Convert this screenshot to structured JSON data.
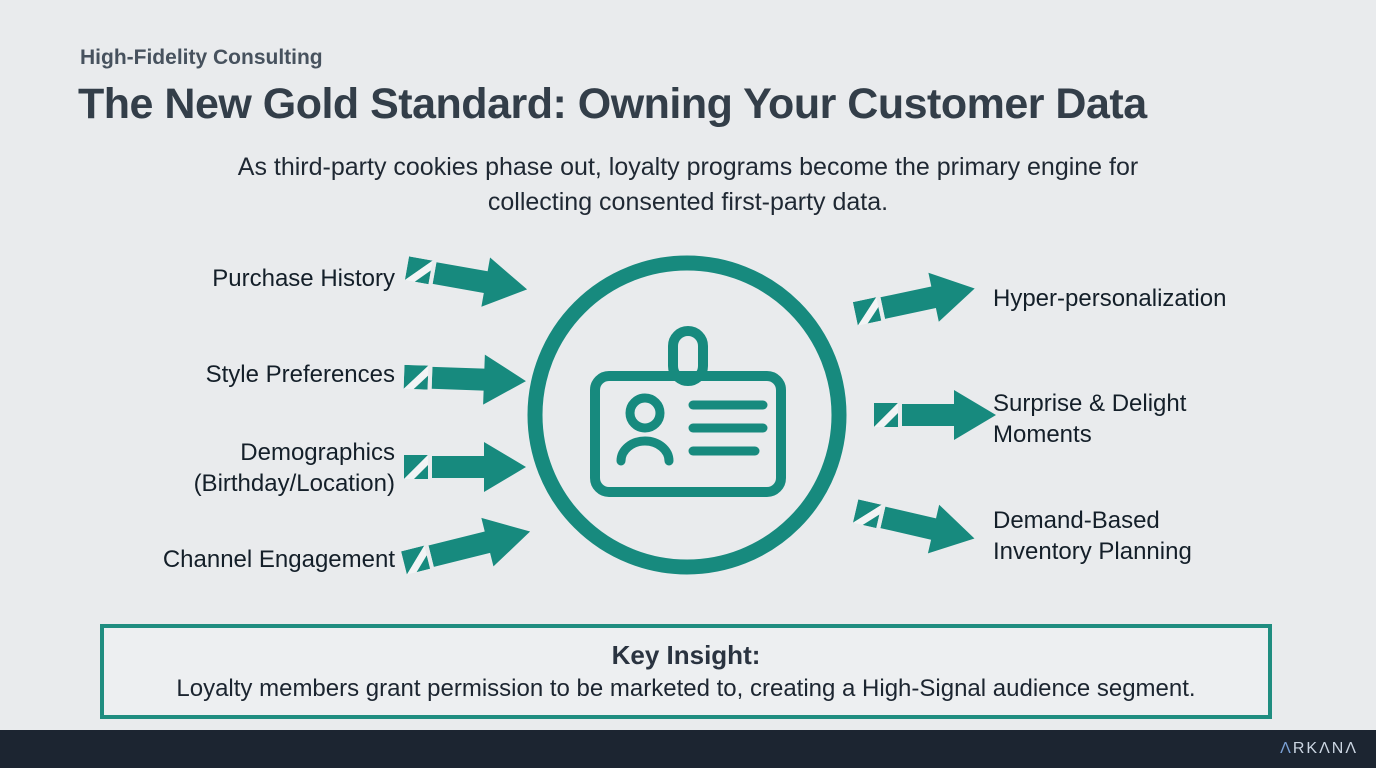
{
  "slide": {
    "eyebrow": "High-Fidelity Consulting",
    "title": "The New Gold Standard: Owning Your Customer Data",
    "subtitle": "As third-party cookies phase out, loyalty programs become the primary engine for\ncollecting consented first-party data.",
    "inputs": [
      {
        "label": "Purchase History"
      },
      {
        "label": "Style Preferences"
      },
      {
        "label": "Demographics\n(Birthday/Location)"
      },
      {
        "label": "Channel Engagement"
      }
    ],
    "outputs": [
      {
        "label": "Hyper-personalization"
      },
      {
        "label": "Surprise & Delight\nMoments"
      },
      {
        "label": "Demand-Based\nInventory Planning"
      }
    ],
    "center_icon": "id-badge-icon",
    "key_insight": {
      "heading": "Key Insight:",
      "body": "Loyalty members grant permission to be marketed to, creating a High-Signal audience segment."
    },
    "footer": {
      "brand_accent": "Λ",
      "brand_rest": "RKΛNΛ"
    },
    "colors": {
      "teal": "#178a7e",
      "background": "#e9ebed",
      "title": "#333e49",
      "footer_bg": "#1c2531"
    }
  }
}
